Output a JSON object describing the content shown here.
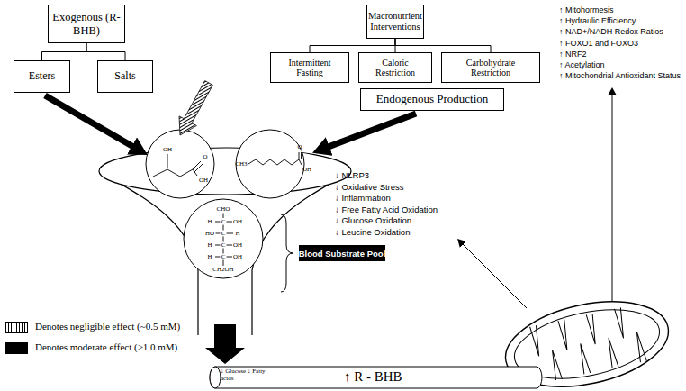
{
  "diagram": {
    "nodes": [
      {
        "text": [
          "Exogenous (R-BHB)"
        ]
      },
      {
        "text": [
          "Esters"
        ]
      },
      {
        "text": [
          "Salts"
        ]
      },
      {
        "text": [
          "Macronutrient Interventions"
        ]
      },
      {
        "text": [
          "Intermittent Fasting"
        ]
      },
      {
        "text": [
          "Caloric Restriction"
        ]
      },
      {
        "text": [
          "Carbohydrate Restriction"
        ]
      },
      {
        "text": [
          "Endogenous Production"
        ]
      },
      {
        "text": [
          "Blood Substrate Pool"
        ]
      },
      {
        "text": [
          "↓ Glucose ↓ Fatty acids",
          "↑ R - BHB"
        ]
      }
    ],
    "edges": [
      {
        "from": 0,
        "to": 1,
        "arrow": "none"
      },
      {
        "from": 0,
        "to": 2,
        "arrow": "none"
      },
      {
        "from": 3,
        "to": 4,
        "arrow": "none"
      },
      {
        "from": 3,
        "to": 5,
        "arrow": "none"
      },
      {
        "from": 3,
        "to": 6,
        "arrow": "none"
      }
    ],
    "labels": [
      "↑ Mitohormesis",
      "↑ Hydraulic Efficiency",
      "↑ NAD+/NADH Redox Ratios",
      "↑ FOXO1 and FOXO3",
      "↑ NRF2",
      "↑ Acetylation",
      "↑ Mitochondrial Antioxidant Status",
      "↓ NLRP3",
      "↓ Oxidative Stress",
      "↓ Inflammation",
      "↓ Free Fatty Acid Oxidation",
      "↓ Glucose Oxidation",
      "↓ Leucine Oxidation",
      "OH",
      "O",
      "OH",
      "CH3",
      "O",
      "OH",
      "CHO",
      "H",
      "C",
      "OH",
      "HO",
      "C",
      "H",
      "H",
      "C",
      "OH",
      "H",
      "C",
      "OH",
      "CH2OH"
    ],
    "legend": [
      {
        "text": "Denotes negligible effect (~0.5 mM)"
      },
      {
        "text": "Denotes moderate effect (≥1.0 mM)",
        "color": "#000000"
      }
    ]
  }
}
